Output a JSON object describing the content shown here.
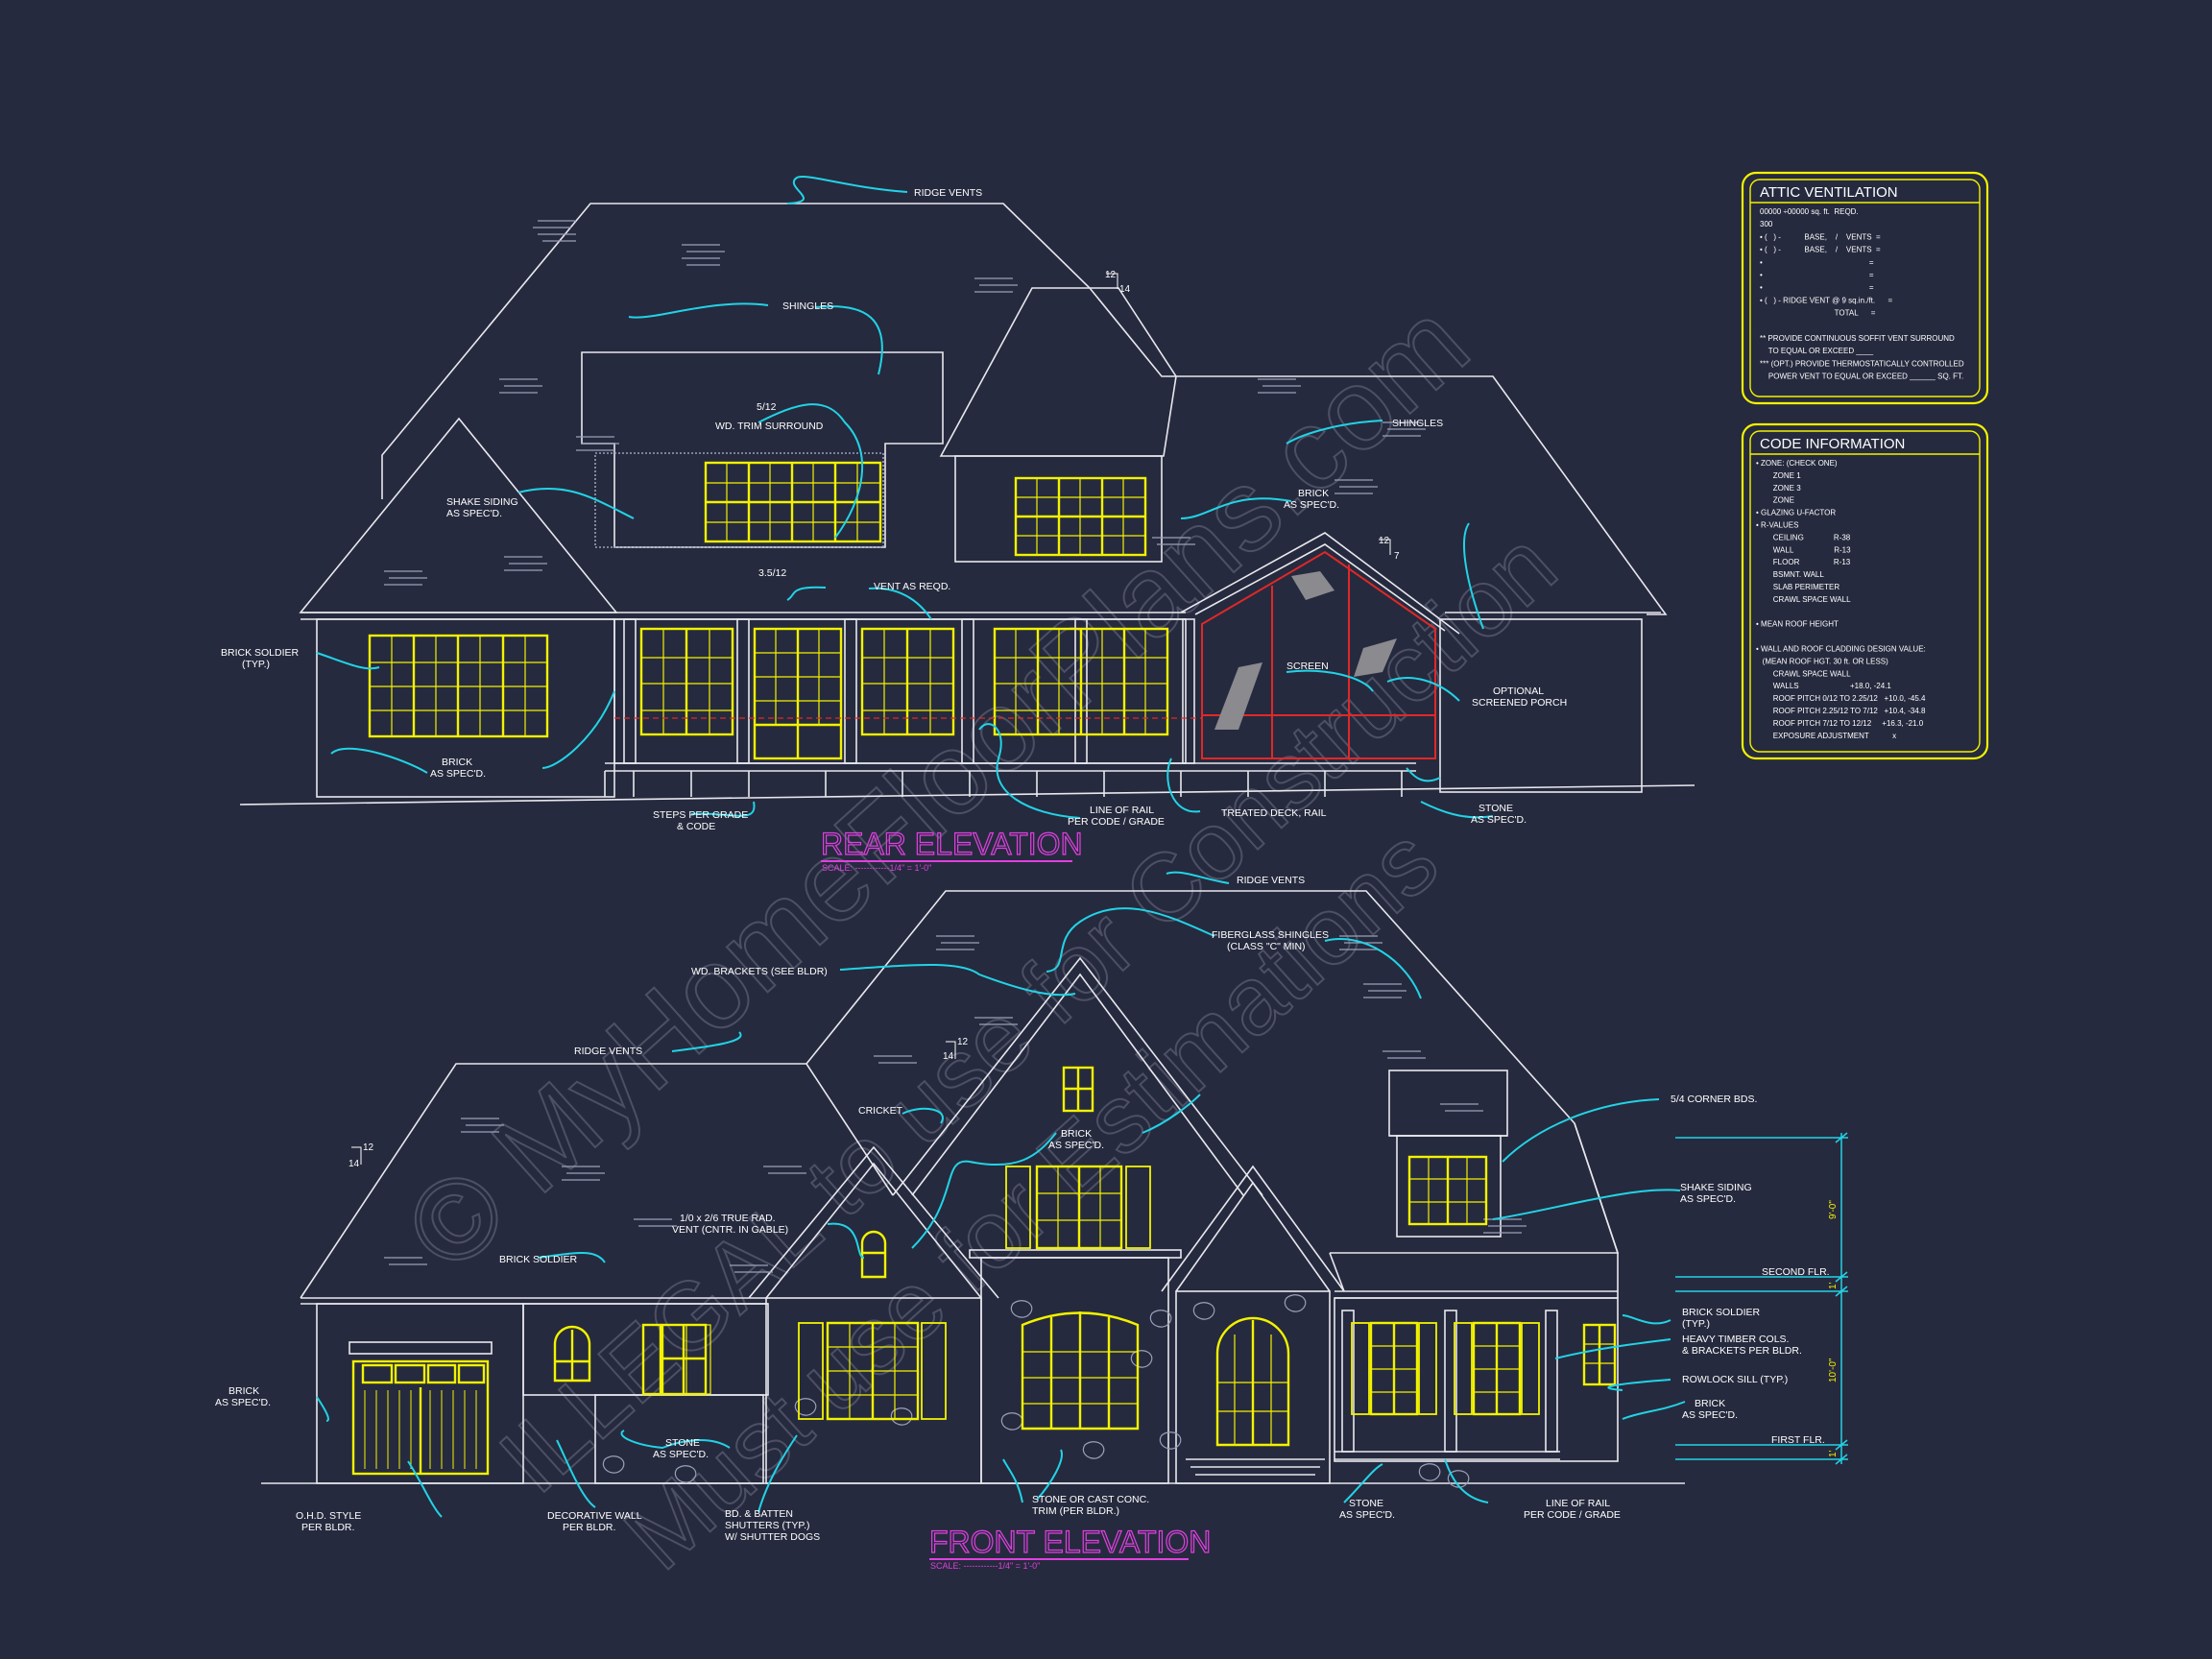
{
  "colors": {
    "background": "#262a3e",
    "linework": "#e8e8ee",
    "windows": "#f2f200",
    "leaders": "#22d3e6",
    "titles": "#e040e0",
    "screen_frame": "#e02828",
    "watermark": "#7a7d90"
  },
  "rear": {
    "title": "REAR ELEVATION",
    "scale": "SCALE:  ------------1/4\" = 1'-0\"",
    "labels": {
      "ridge_vents": "RIDGE VENTS",
      "shingles_upper": "SHINGLES",
      "pitch_5_12": "5/12",
      "wd_trim": "WD. TRIM SURROUND",
      "shingles_right": "SHINGLES",
      "shake_siding_1": "SHAKE SIDING",
      "shake_siding_2": "AS SPEC'D.",
      "brick_right_1": "BRICK",
      "brick_right_2": "AS SPEC'D.",
      "pitch_3_5_12": "3.5/12",
      "vent_as_reqd": "VENT AS REQD.",
      "brick_soldier_1": "BRICK SOLDIER",
      "brick_soldier_2": "(TYP.)",
      "screen": "SCREEN",
      "optional_1": "OPTIONAL",
      "optional_2": "SCREENED PORCH",
      "brick_left_1": "BRICK",
      "brick_left_2": "AS SPEC'D.",
      "steps_1": "STEPS PER GRADE",
      "steps_2": "& CODE",
      "rail_1": "LINE OF RAIL",
      "rail_2": "PER CODE / GRADE",
      "treated_deck": "TREATED DECK, RAIL",
      "stone_1": "STONE",
      "stone_2": "AS SPEC'D.",
      "pitch_a_top": "12",
      "pitch_a_side": "14",
      "pitch_b_top": "12",
      "pitch_b_side": "7"
    }
  },
  "front": {
    "title": "FRONT ELEVATION",
    "scale": "SCALE:  ------------1/4\" = 1'-0\"",
    "labels": {
      "ridge_vents_top": "RIDGE VENTS",
      "fiberglass_1": "FIBERGLASS SHINGLES",
      "fiberglass_2": "(CLASS \"C\" MIN)",
      "wd_brackets": "WD. BRACKETS (SEE BLDR)",
      "ridge_vents_left": "RIDGE VENTS",
      "cricket": "CRICKET",
      "brick_mid_1": "BRICK",
      "brick_mid_2": "AS SPEC'D.",
      "corner_bds": "5/4 CORNER BDS.",
      "shake_1": "SHAKE SIDING",
      "shake_2": "AS SPEC'D.",
      "second_flr": "SECOND FLR.",
      "first_flr": "FIRST FLR.",
      "rad_vent_1": "1/0 x 2/6 TRUE RAD.",
      "rad_vent_2": "VENT (CNTR. IN GABLE)",
      "brick_soldier": "BRICK SOLDIER",
      "brick_soldier_r1": "BRICK SOLDIER",
      "brick_soldier_r2": "(TYP.)",
      "heavy_1": "HEAVY TIMBER COLS.",
      "heavy_2": "& BRACKETS PER BLDR.",
      "rowlock": "ROWLOCK SILL (TYP.)",
      "brick_r1": "BRICK",
      "brick_r2": "AS SPEC'D.",
      "brick_l1": "BRICK",
      "brick_l2": "AS SPEC'D.",
      "stone_mid_1": "STONE",
      "stone_mid_2": "AS SPEC'D.",
      "ohd_1": "O.H.D. STYLE",
      "ohd_2": "PER BLDR.",
      "deco_1": "DECORATIVE WALL",
      "deco_2": "PER BLDR.",
      "bd_1": "BD. & BATTEN",
      "bd_2": "SHUTTERS (TYP.)",
      "bd_3": "W/ SHUTTER DOGS",
      "cast_1": "STONE OR CAST CONC.",
      "cast_2": "TRIM (PER BLDR.)",
      "stone_r1": "STONE",
      "stone_r2": "AS SPEC'D.",
      "rail_1": "LINE OF RAIL",
      "rail_2": "PER CODE / GRADE",
      "dim_upper": "9'-0\"",
      "dim_lower": "10'-0\"",
      "dim_mid": "1'",
      "dim_bot": "1'",
      "pitch_l_top": "12",
      "pitch_l_side": "14",
      "pitch_c_top": "12",
      "pitch_c_side": "14"
    }
  },
  "attic": {
    "title": "ATTIC VENTILATION",
    "lines": [
      "00000 ÷00000 sq. ft.  REQD.",
      "300",
      "• (   ) -           BASE,    /    VENTS  =",
      "• (   ) -           BASE,    /    VENTS  =",
      "•                                                  =",
      "•                                                  =",
      "•                                                  =",
      "• (   ) - RIDGE VENT @ 9 sq.in./ft.      =",
      "                                   TOTAL      =",
      "",
      "** PROVIDE CONTINUOUS SOFFIT VENT SURROUND",
      "    TO EQUAL OR EXCEED ____",
      "*** (OPT.) PROVIDE THERMOSTATICALLY CONTROLLED",
      "    POWER VENT TO EQUAL OR EXCEED ______ SQ. FT."
    ]
  },
  "code": {
    "title": "CODE INFORMATION",
    "lines": [
      "• ZONE: (CHECK ONE)",
      "        ZONE 1",
      "        ZONE 3",
      "        ZONE",
      "• GLAZING U-FACTOR",
      "• R-VALUES",
      "        CEILING              R-38",
      "        WALL                   R-13",
      "        FLOOR                R-13",
      "        BSMNT. WALL",
      "        SLAB PERIMETER",
      "        CRAWL SPACE WALL",
      "",
      "• MEAN ROOF HEIGHT",
      "",
      "• WALL AND ROOF CLADDING DESIGN VALUE:",
      "   (MEAN ROOF HGT. 30 ft. OR LESS)",
      "        CRAWL SPACE WALL",
      "        WALLS                        +18.0, -24.1",
      "        ROOF PITCH 0/12 TO 2.25/12   +10.0, -45.4",
      "        ROOF PITCH 2.25/12 TO 7/12   +10.4, -34.8",
      "        ROOF PITCH 7/12 TO 12/12     +16.3, -21.0",
      "        EXPOSURE ADJUSTMENT           x"
    ]
  },
  "watermark": {
    "line1": "© MyHomeFloorPlans.com",
    "line2": "ILLEGAL to use for Construction",
    "line3": "Must use for Estimations"
  }
}
